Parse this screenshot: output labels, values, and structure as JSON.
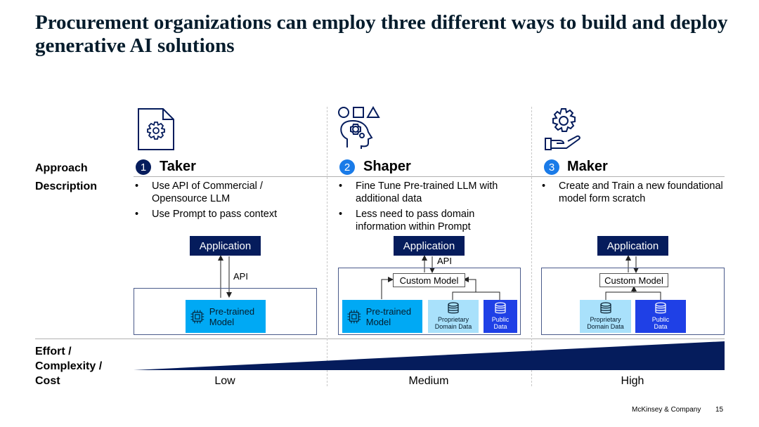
{
  "title": "Procurement organizations can employ three different ways to build and deploy generative AI solutions",
  "row_labels": {
    "approach": "Approach",
    "description": "Description",
    "effort": "Effort / Complexity / Cost"
  },
  "colors": {
    "navy": "#051c5c",
    "cyan": "#00a9f4",
    "light_blue": "#a9e1fb",
    "blue": "#1f40e6",
    "bright_blue": "#1a7be8"
  },
  "columns": [
    {
      "number": "1",
      "name": "Taker",
      "icon": "document-gear-icon",
      "bullets": [
        "Use API of Commercial / Opensource LLM",
        "Use Prompt to pass context"
      ],
      "diagram": {
        "application": "Application",
        "api": "API",
        "pretrained": "Pre-trained Model"
      },
      "effort": "Low"
    },
    {
      "number": "2",
      "name": "Shaper",
      "icon": "head-shapes-gears-icon",
      "bullets": [
        "Fine Tune Pre-trained LLM with additional data",
        "Less need to pass domain information within Prompt"
      ],
      "diagram": {
        "application": "Application",
        "api": "API",
        "custom_model": "Custom Model",
        "pretrained": "Pre-trained Model",
        "proprietary": "Proprietary Domain Data",
        "public": "Public Data"
      },
      "effort": "Medium"
    },
    {
      "number": "3",
      "name": "Maker",
      "icon": "hand-gear-icon",
      "bullets": [
        "Create and Train a new foundational model form scratch"
      ],
      "diagram": {
        "application": "Application",
        "custom_model": "Custom Model",
        "proprietary": "Proprietary Domain Data",
        "public": "Public Data"
      },
      "effort": "High"
    }
  ],
  "footer": {
    "company": "McKinsey & Company",
    "page": "15"
  }
}
